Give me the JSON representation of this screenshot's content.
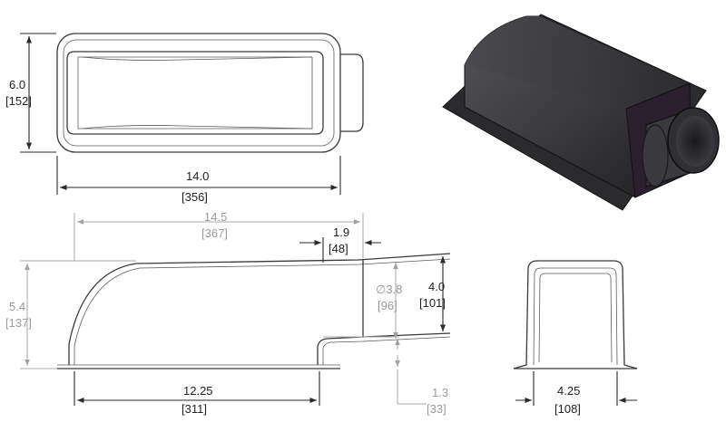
{
  "drawing": {
    "top_view": {
      "height_in": "6.0",
      "height_mm": "[152]",
      "width_in": "14.0",
      "width_mm": "[356]"
    },
    "side_view": {
      "overall_length_in": "14.5",
      "overall_length_mm": "[367]",
      "outlet_depth_in": "1.9",
      "outlet_depth_mm": "[48]",
      "outlet_diameter_in": "∅3.8",
      "outlet_diameter_mm": "[96]",
      "outlet_height_in": "4.0",
      "outlet_height_mm": "[101]",
      "body_height_in": "5.4",
      "body_height_mm": "[137]",
      "base_length_in": "12.25",
      "base_length_mm": "[311]",
      "offset_in": "1.3",
      "offset_mm": "[33]"
    },
    "end_view": {
      "width_in": "4.25",
      "width_mm": "[108]"
    },
    "colors": {
      "line": "#2a2a2a",
      "dim_gray": "#9a9a9a",
      "body_dark": "#3b3b3e",
      "body_shadow": "#1c1c1f",
      "pipe_interior": "#2a1f2c"
    }
  }
}
